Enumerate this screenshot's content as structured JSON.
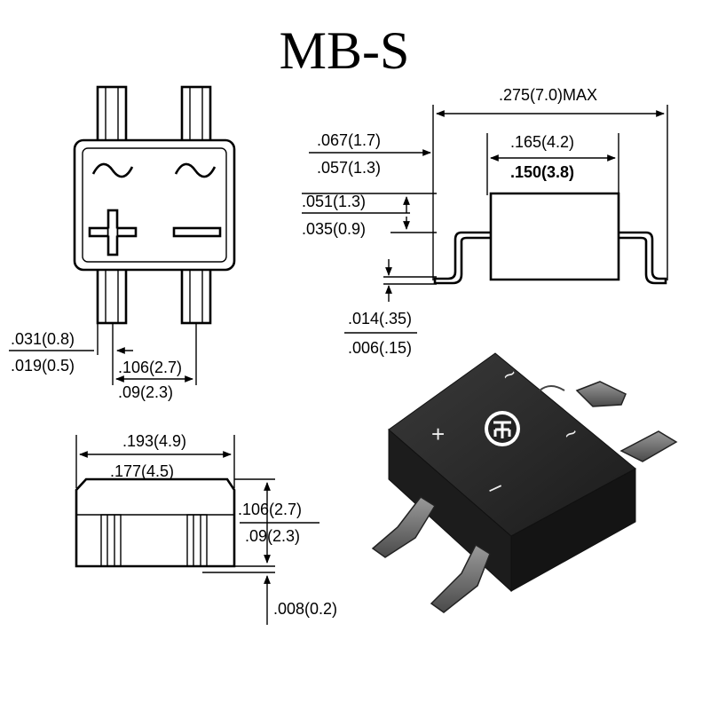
{
  "title": "MB-S",
  "top_view": {
    "pin_left_width_max": ".031(0.8)",
    "pin_left_width_min": ".019(0.5)",
    "pin_pitch_max": ".106(2.7)",
    "pin_pitch_min": ".09(2.3)",
    "symbol_ac1": "~",
    "symbol_ac2": "~"
  },
  "side_view_right": {
    "overall_width": ".275(7.0)MAX",
    "lead_len_max": ".067(1.7)",
    "lead_len_min": ".057(1.3)",
    "body_width_max": ".165(4.2)",
    "body_width_min": ".150(3.8)",
    "standoff_max": ".051(1.3)",
    "standoff_min": ".035(0.9)",
    "lead_thick_max": ".014(.35)",
    "lead_thick_min": ".006(.15)"
  },
  "side_view_bottom": {
    "length_max": ".193(4.9)",
    "length_min": ".177(4.5)",
    "height_max": ".106(2.7)",
    "height_min": ".09(2.3)",
    "offset": ".008(0.2)"
  },
  "photo": {
    "mark_plus": "+",
    "mark_minus": "–",
    "mark_ac_top": "~",
    "mark_ac_right": "~",
    "colors": {
      "body": "#222222",
      "leads": "#6e6e6e"
    }
  }
}
